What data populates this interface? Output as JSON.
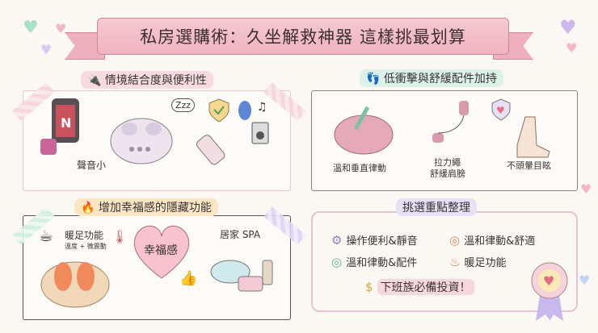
{
  "title": "私房選購術：久坐解救神器 這樣挑最划算",
  "panels": {
    "convenience": {
      "title": "情境結合度與便利性",
      "icon": "plug-icon",
      "labels": {
        "quiet": "聲音小",
        "sleep": "Zzz"
      }
    },
    "low_impact": {
      "title": "低衝擊與舒緩配件加持",
      "icon": "footprints-icon",
      "labels": {
        "vertical": "溫和垂直律動",
        "band_1": "拉力繩",
        "band_2": "舒緩肩膀",
        "no_dizzy": "不頭暈目眩"
      }
    },
    "hidden_features": {
      "title": "增加幸福感的隱藏功能",
      "icon": "flame-icon",
      "labels": {
        "warm": "暖足功能",
        "warm_sub": "溫度 + 微震動",
        "happiness": "幸福感",
        "spa": "居家 SPA"
      }
    },
    "summary": {
      "title": "挑選重點整理",
      "items": [
        {
          "icon": "gear-icon",
          "label": "操作便利&靜音"
        },
        {
          "icon": "spring-icon",
          "label": "溫和律動&舒適"
        },
        {
          "icon": "coil-icon",
          "label": "溫和律動&配件"
        },
        {
          "icon": "heat-icon",
          "label": "暖足功能"
        }
      ],
      "conclusion": "下班族必備投資！"
    }
  },
  "colors": {
    "pink": "#f0b3bf",
    "mint": "#cfeee0",
    "lavender": "#ddd3f2",
    "peach": "#fbe0b8"
  }
}
